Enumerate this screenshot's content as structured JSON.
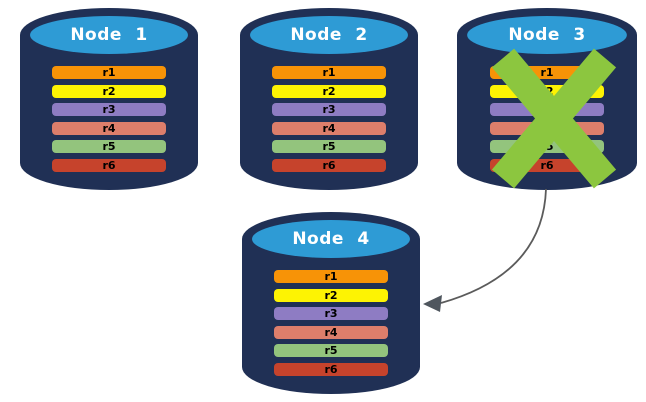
{
  "canvas": {
    "background": "#FFFFFF"
  },
  "cylinder": {
    "body_color": "#203055",
    "top_color": "#2E9BD5",
    "title_text_color": "#FFFFFF"
  },
  "failure_x": {
    "color": "#8CC63F",
    "applies_to": "Node 3"
  },
  "arrow": {
    "color": "#5B5B5B",
    "head_color": "#4F565E",
    "from": "Node 3",
    "to": "Node 4"
  },
  "nodes": [
    {
      "label": "Node 1",
      "failed": false,
      "replicas": [
        {
          "label": "r1",
          "color": "#F79307"
        },
        {
          "label": "r2",
          "color": "#FDF303"
        },
        {
          "label": "r3",
          "color": "#8E7CC3"
        },
        {
          "label": "r4",
          "color": "#DD7E6B"
        },
        {
          "label": "r5",
          "color": "#93C47D"
        },
        {
          "label": "r6",
          "color": "#C6432C"
        }
      ]
    },
    {
      "label": "Node 2",
      "failed": false,
      "replicas": [
        {
          "label": "r1",
          "color": "#F79307"
        },
        {
          "label": "r2",
          "color": "#FDF303"
        },
        {
          "label": "r3",
          "color": "#8E7CC3"
        },
        {
          "label": "r4",
          "color": "#DD7E6B"
        },
        {
          "label": "r5",
          "color": "#93C47D"
        },
        {
          "label": "r6",
          "color": "#C6432C"
        }
      ]
    },
    {
      "label": "Node 3",
      "failed": true,
      "replicas": [
        {
          "label": "r1",
          "color": "#F79307"
        },
        {
          "label": "r2",
          "color": "#FDF303"
        },
        {
          "label": "r3",
          "color": "#8E7CC3"
        },
        {
          "label": "r4",
          "color": "#DD7E6B"
        },
        {
          "label": "r5",
          "color": "#93C47D"
        },
        {
          "label": "r6",
          "color": "#C6432C"
        }
      ]
    },
    {
      "label": "Node 4",
      "failed": false,
      "replicas": [
        {
          "label": "r1",
          "color": "#F79307"
        },
        {
          "label": "r2",
          "color": "#FDF303"
        },
        {
          "label": "r3",
          "color": "#8E7CC3"
        },
        {
          "label": "r4",
          "color": "#DD7E6B"
        },
        {
          "label": "r5",
          "color": "#93C47D"
        },
        {
          "label": "r6",
          "color": "#C6432C"
        }
      ]
    }
  ]
}
